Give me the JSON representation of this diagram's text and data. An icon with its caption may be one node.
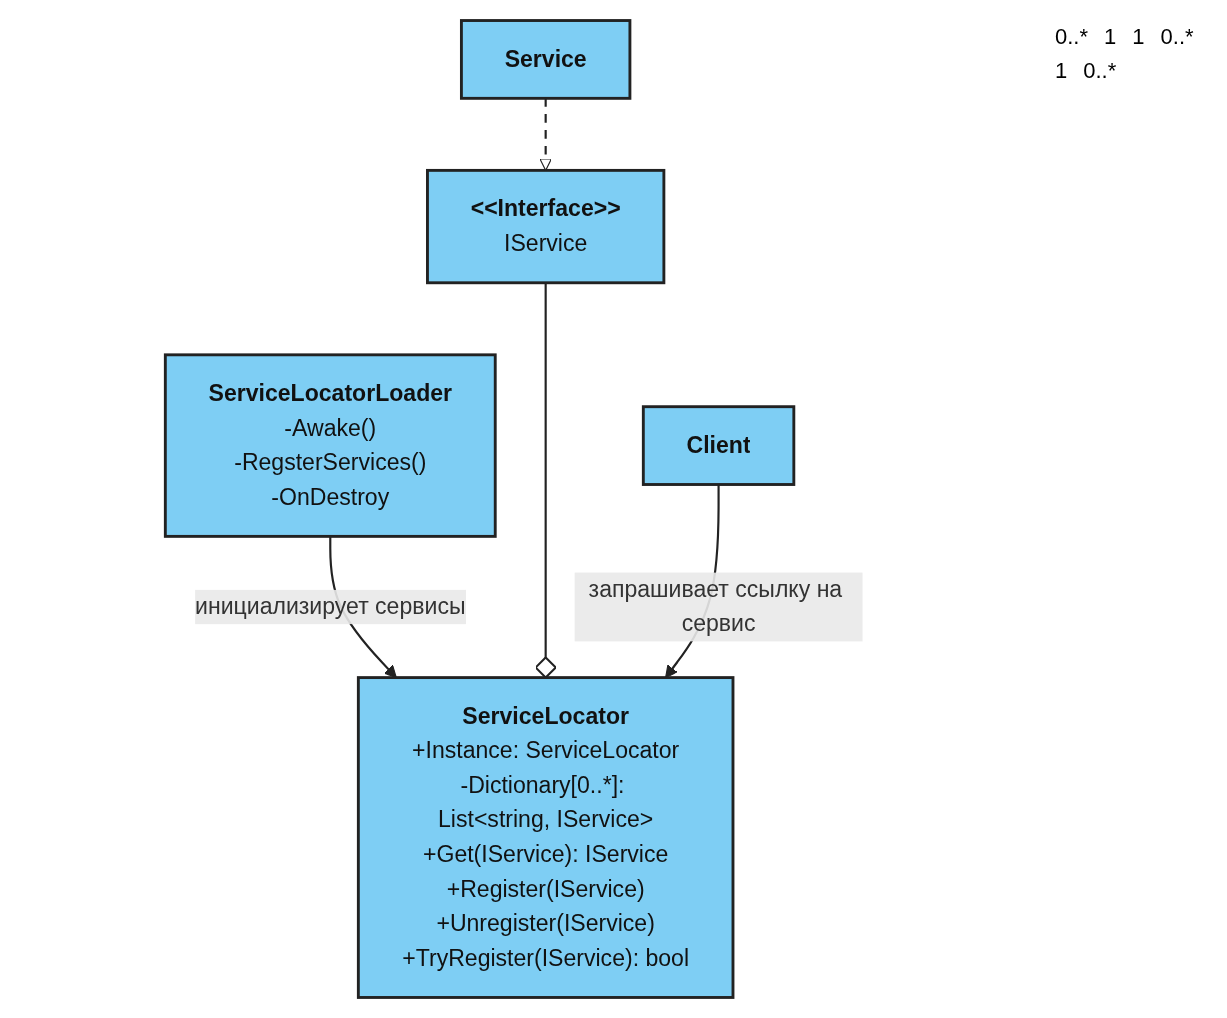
{
  "diagram": {
    "nodes": [
      {
        "text": [
          "ServiceLocatorLoader",
          "-Awake()",
          "-RegsterServices()",
          "-OnDestroy"
        ]
      },
      {
        "text": [
          "ServiceLocator",
          "+Instance: ServiceLocator",
          "-Dictionary[0..*]: List<string, IService>",
          "+Get(IService): IService",
          "+Register(IService)",
          "+Unregister(IService)",
          "+TryRegister(IService): bool"
        ]
      },
      {
        "text": [
          "<<Interface>>",
          "IService"
        ]
      },
      {
        "text": [
          "Client"
        ]
      },
      {
        "text": [
          "Service"
        ]
      }
    ],
    "edges": [
      {
        "from": 0,
        "to": 1,
        "arrow": "to",
        "label": "инициализирует сервисы"
      },
      {
        "from": 2,
        "to": 1,
        "arrow": "other"
      },
      {
        "from": 3,
        "to": 1,
        "arrow": "to",
        "label": "запрашивает ссылку на сервис"
      },
      {
        "from": 4,
        "to": 2,
        "arrow": "to",
        "style": "dashed"
      }
    ],
    "labels": [
      "0..*",
      "1",
      "1",
      "0..*",
      "1",
      "0..*"
    ]
  }
}
